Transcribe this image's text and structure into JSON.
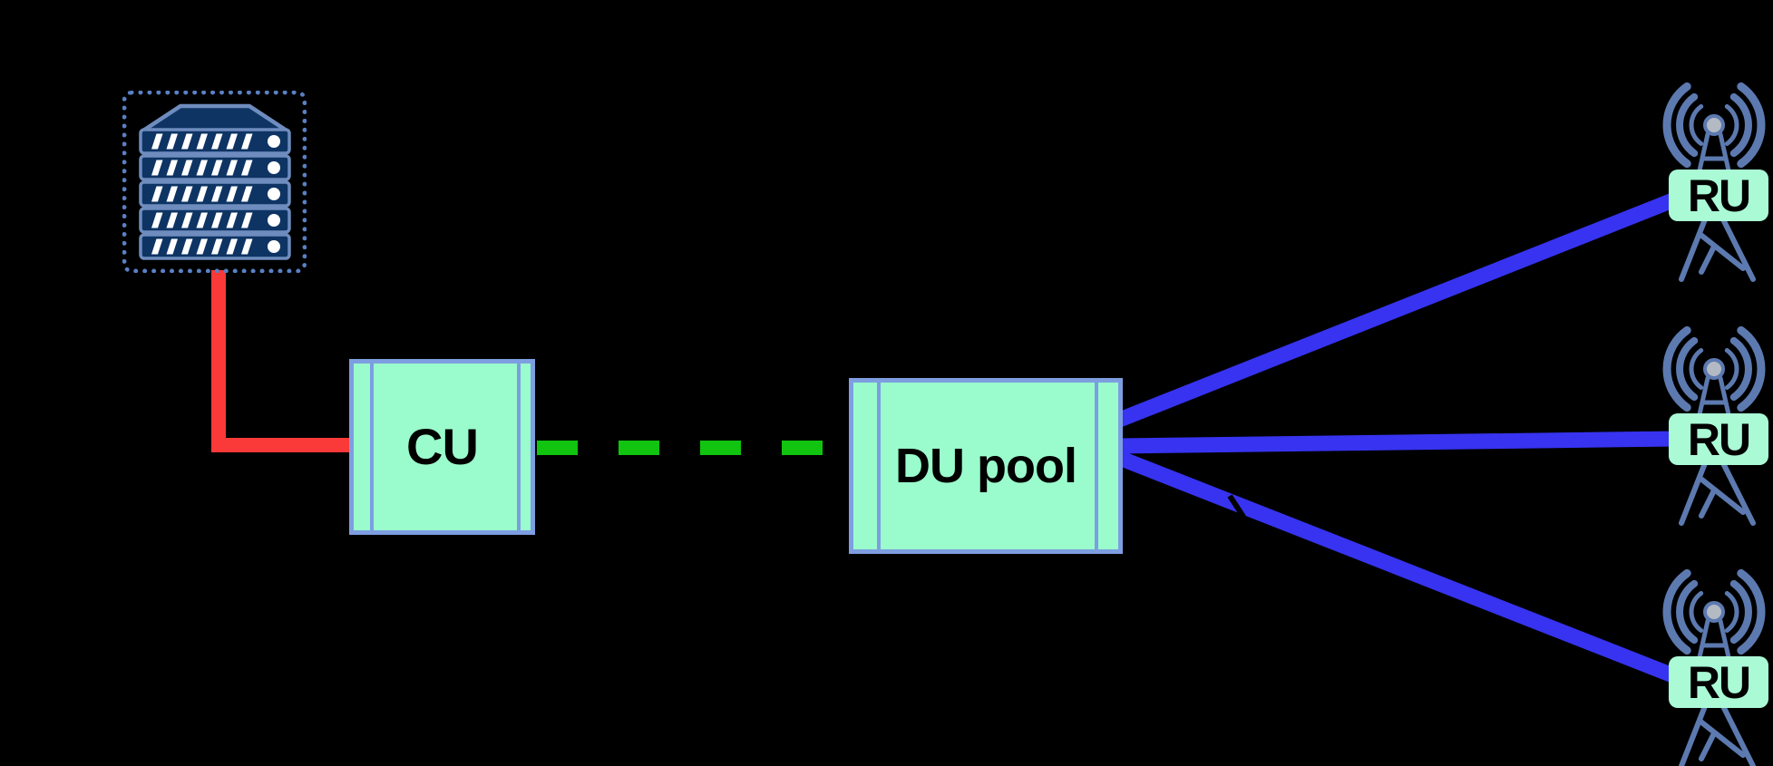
{
  "colors": {
    "background": "#000000",
    "red-link": "#fa3939",
    "green-link": "#10c40f",
    "blue-link": "#3733f0",
    "mint": "#9afccc",
    "mint-ru": "#aafad6",
    "cornflower": "#7d9ee0",
    "navy": "#0e3464",
    "srvborder": "#6e8cbe",
    "dotted": "#5a80c4",
    "steel": "#5c7ab0",
    "gray": "#b4bac4",
    "text": "#000000"
  },
  "nodes": {
    "datacenter": {
      "icon": "server-rack-icon"
    },
    "cu": {
      "label": "CU"
    },
    "du": {
      "label": "DU pool"
    },
    "ru_units": [
      {
        "label": "RU",
        "icon": "antenna-tower-icon"
      },
      {
        "label": "RU",
        "icon": "antenna-tower-icon"
      },
      {
        "label": "RU",
        "icon": "antenna-tower-icon"
      }
    ]
  },
  "links": {
    "datacenter_to_cu": {
      "style": "solid",
      "color": "#fa3939"
    },
    "cu_to_du": {
      "style": "dashed",
      "color": "#10c40f"
    },
    "du_to_ru": {
      "style": "solid",
      "color": "#3733f0",
      "count": 3
    }
  }
}
